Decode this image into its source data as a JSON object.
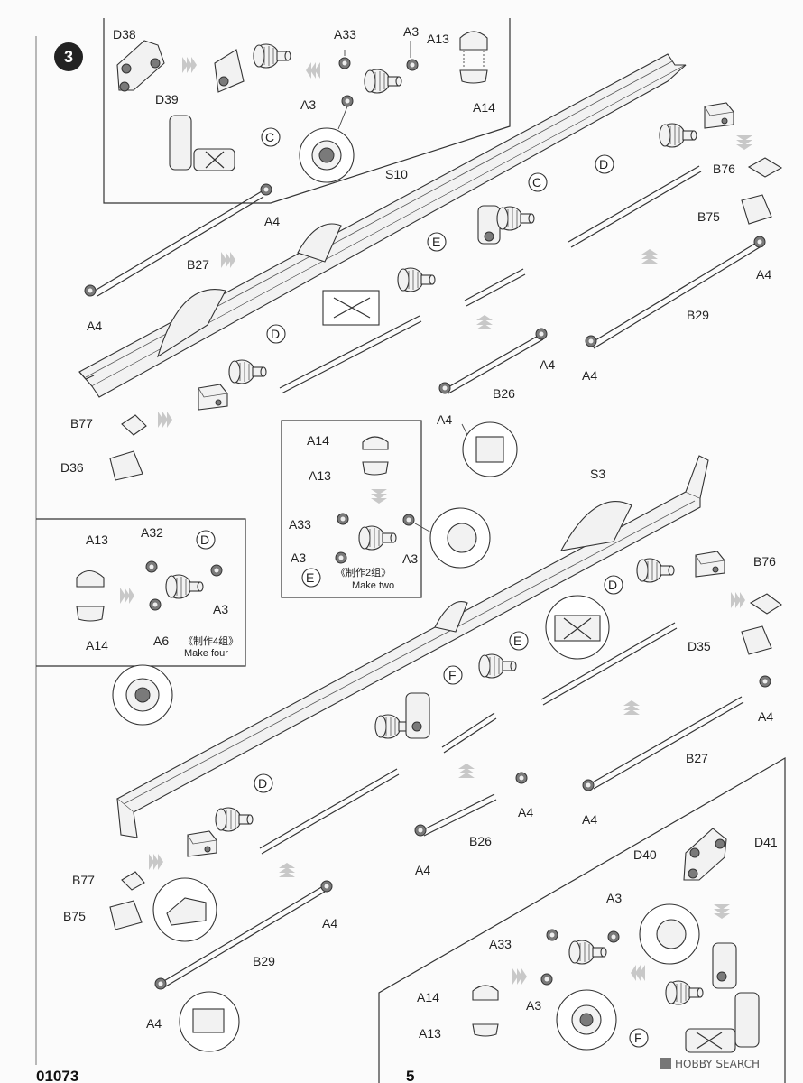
{
  "step": {
    "number": "3"
  },
  "labels": {
    "D38": "D38",
    "D39": "D39",
    "A33": "A33",
    "A3": "A3",
    "A13": "A13",
    "A14": "A14",
    "C": "C",
    "D": "D",
    "E": "E",
    "F": "F",
    "S10": "S10",
    "S3": "S3",
    "A4": "A4",
    "B27": "B27",
    "B29": "B29",
    "B26": "B26",
    "B76": "B76",
    "B75": "B75",
    "B77": "B77",
    "D36": "D36",
    "D35": "D35",
    "A32": "A32",
    "A6": "A6",
    "D40": "D40",
    "D41": "D41"
  },
  "notes": {
    "make_two_cn": "《制作2组》",
    "make_two_en": "Make two",
    "make_four_cn": "《制作4组》",
    "make_four_en": "Make four"
  },
  "footer": {
    "product_code": "01073",
    "page_number": "5"
  },
  "watermark": {
    "text": "HOBBY SEARCH"
  }
}
